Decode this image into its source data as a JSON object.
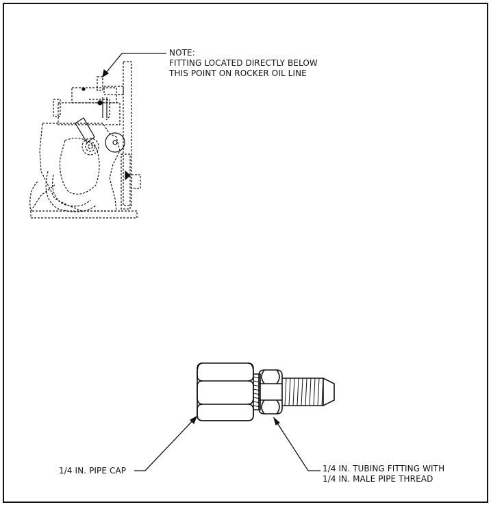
{
  "note": {
    "title": "NOTE:",
    "line1": "FITTING LOCATED DIRECTLY BELOW",
    "line2": "THIS POINT ON ROCKER OIL LINE"
  },
  "labels": {
    "pipe_cap": "1/4 IN. PIPE CAP",
    "tubing_line1": "1/4 IN. TUBING FITTING WITH",
    "tubing_line2": "1/4 IN. MALE PIPE THREAD"
  },
  "colors": {
    "ink": "#111111",
    "background": "#ffffff"
  }
}
